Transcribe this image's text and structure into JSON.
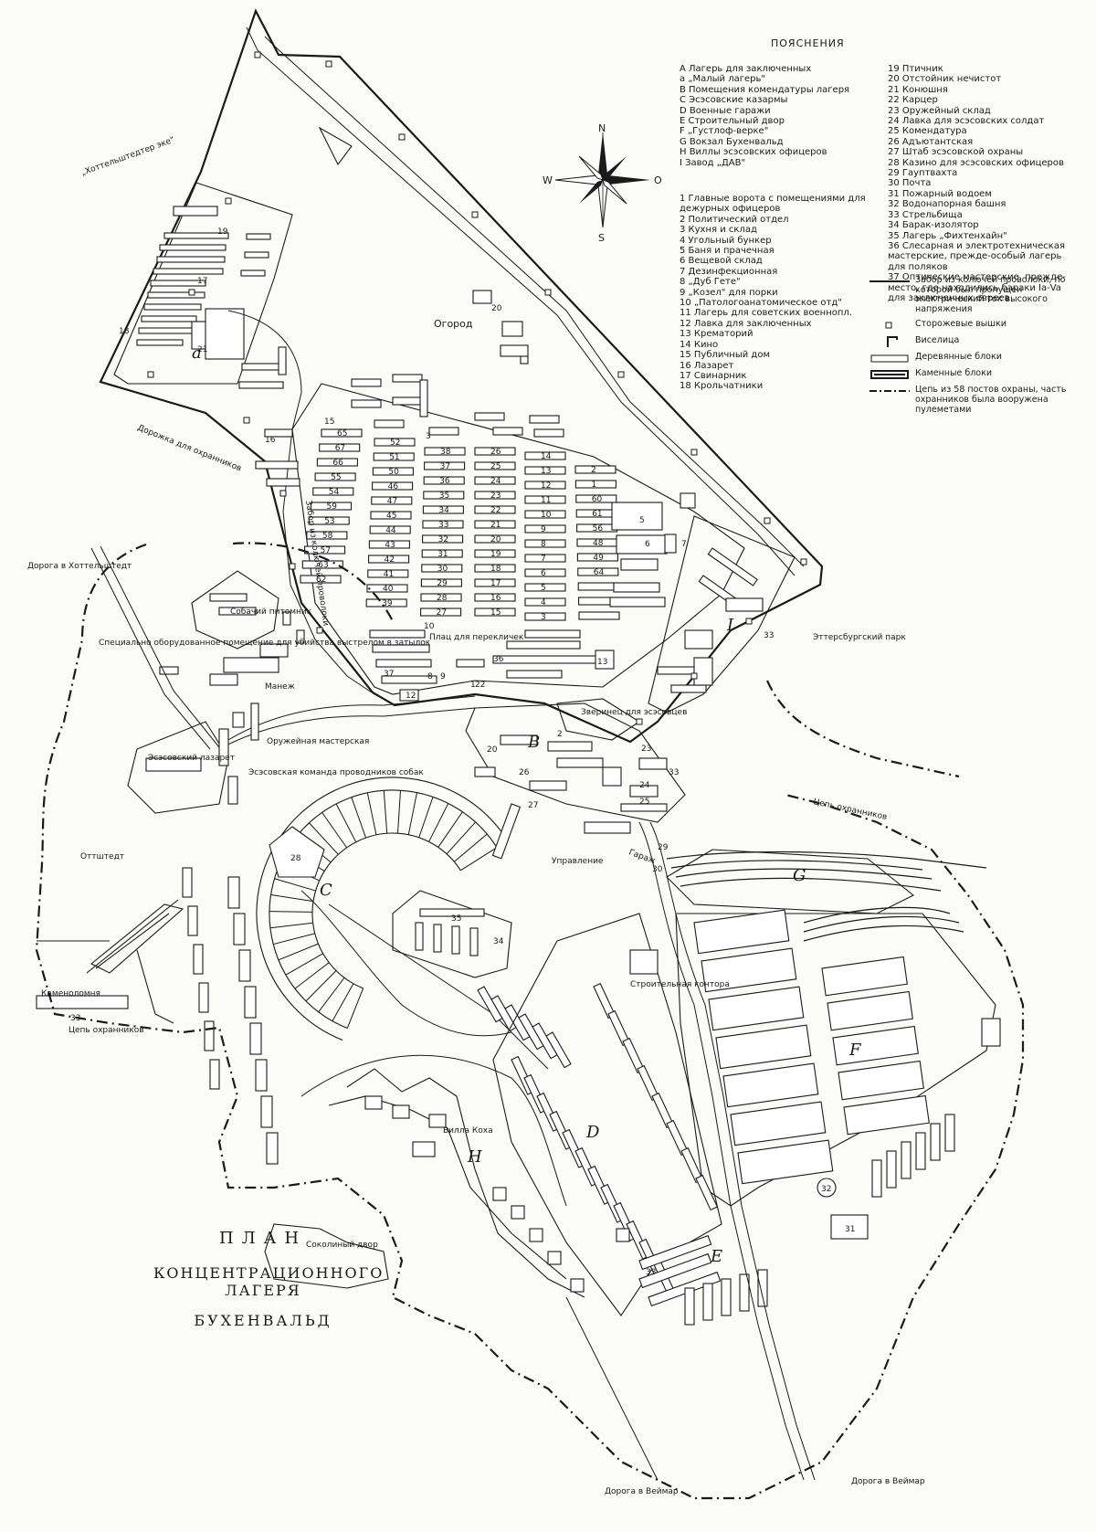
{
  "legend": {
    "title": "ПОЯСНЕНИЯ",
    "letters": [
      "A Лагерь для заключенных",
      "a „Малый лагерь\"",
      "B Помещения комендатуры лагеря",
      "C Эсэсовские казармы",
      "D Военные гаражи",
      "E Строительный двор",
      "F „Густлоф-верке\"",
      "G Вокзал Бухенвальд",
      "H Виллы эсэсовских офицеров",
      "I Завод „ДАВ\""
    ],
    "numbers_left": [
      "1 Главные ворота с помещениями для дежурных офицеров",
      "2 Политический отдел",
      "3 Кухня и склад",
      "4 Угольный бункер",
      "5 Баня и прачечная",
      "6 Вещевой склад",
      "7 Дезинфекционная",
      "8 „Дуб Гете\"",
      "9 „Козел\" для порки",
      "10 „Патологоанатомическое отд\"",
      "11 Лагерь для советских военнопл.",
      "12 Лавка для заключенных",
      "13 Крематорий",
      "14 Кино",
      "15 Публичный дом",
      "16 Лазарет",
      "17 Свинарник",
      "18 Крольчатники"
    ],
    "numbers_right": [
      "19 Птичник",
      "20 Отстойник нечистот",
      "21 Конюшня",
      "22 Карцер",
      "23 Оружейный склад",
      "24 Лавка для эсэсовских солдат",
      "25 Комендатура",
      "26 Адъютантская",
      "27 Штаб эсэсовской охраны",
      "28 Казино для эсэсовских офицеров",
      "29 Гауптвахта",
      "30 Почта",
      "31 Пожарный водоем",
      "32 Водонапорная башня",
      "33 Стрельбища",
      "34 Барак-изолятор",
      "35 Лагерь „Фихтенхайн\"",
      "36 Слесарная и электротехническая мастерские, прежде-особый лагерь для поляков",
      "37 Оптические мастерские, прежде-место, где находились бараки Iа-Va для заключенных евреев"
    ],
    "symbols": [
      {
        "icon": "barbed-wire-fence-icon",
        "text": "Забор из колючей проволоки, по которой был пропущен электрический ток высокого напряжения"
      },
      {
        "icon": "watchtower-icon",
        "text": "Сторожевые вышки"
      },
      {
        "icon": "gallows-icon",
        "text": "Виселица"
      },
      {
        "icon": "wooden-block-icon",
        "text": "Деревянные блоки"
      },
      {
        "icon": "stone-block-icon",
        "text": "Каменные блоки"
      },
      {
        "icon": "guard-chain-icon",
        "text": "Цепь из 58 постов охраны, часть охранников была вооружена пулеметами"
      }
    ]
  },
  "compass": {
    "n": "N",
    "s": "S",
    "w": "W",
    "o": "O"
  },
  "map_labels": {
    "hottelstedter": "„Хоттельштедтер эке\"",
    "ogorod": "Огород",
    "guard_road": "Дорожка для охранников",
    "fence_label": "Забор из колючей проволоки",
    "road_hottelstedt": "Дорога в Хоттельштедт",
    "kennel": "Собачий питомник",
    "special_room": "Специально оборудованное помещение для убийства выстрелом в затылок",
    "manege": "Манеж",
    "ss_lazaret": "Эсэсовский лазарет",
    "armory_workshop": "Оружейная мастерская",
    "ss_dog_team": "Эсэсовская команда проводников собак",
    "roll_call": "Плац для перекличек",
    "ettersburg": "Эттерсбургский парк",
    "zoo": "Зверинец для эсэсовцев",
    "guard_chain_1": "Цепь охранников",
    "guard_chain_2": "Цепь охранников",
    "ottstedt": "Оттштедт",
    "quarry": "Каменоломня",
    "management": "Управление",
    "garage": "Гараж",
    "construction_office": "Строительная контора",
    "villa_koch": "Вилла Коха",
    "falcon_yard": "Соколиный двор",
    "road_weimar_1": "Дорога в Веймар",
    "road_weimar_2": "Дорога в Веймар"
  },
  "zone_letters": {
    "A": "A",
    "a": "a",
    "B": "B",
    "C": "C",
    "D": "D",
    "E": "E",
    "F": "F",
    "G": "G",
    "H": "H",
    "I": "I"
  },
  "numbers": {
    "n1": "1",
    "n2": "2",
    "n3": "3",
    "n5": "5",
    "n6": "6",
    "n7": "7",
    "n8": "8",
    "n9": "9",
    "n10": "10",
    "n12": "12",
    "n13": "13",
    "n15": "15",
    "n16": "16",
    "n17": "17",
    "n18": "18",
    "n19": "19",
    "n20a": "20",
    "n20b": "20",
    "n21": "21",
    "n22": "22",
    "n23": "23",
    "n24": "24",
    "n25": "25",
    "n26": "26",
    "n27": "27",
    "n28": "28",
    "n29": "29",
    "n30": "30",
    "n31": "31",
    "n32": "32",
    "n33a": "33",
    "n33b": "33",
    "n33c": "33",
    "n33d": "33",
    "n34": "34",
    "n35": "35",
    "n36": "36",
    "n37": "37"
  },
  "barracks": [
    "65",
    "67",
    "66",
    "55",
    "54",
    "59",
    "53",
    "58",
    "57",
    "63",
    "62",
    "52",
    "51",
    "50",
    "46",
    "47",
    "45",
    "44",
    "43",
    "42",
    "41",
    "40",
    "39",
    "38",
    "37",
    "36",
    "35",
    "34",
    "33",
    "32",
    "31",
    "30",
    "29",
    "28",
    "27",
    "26",
    "25",
    "24",
    "23",
    "22",
    "21",
    "20",
    "19",
    "18",
    "17",
    "16",
    "15",
    "14",
    "13",
    "12",
    "11",
    "10",
    "9",
    "8",
    "7",
    "6",
    "5",
    "4",
    "3",
    "2",
    "1",
    "60",
    "61",
    "56",
    "48",
    "49",
    "64"
  ],
  "title": {
    "line1": "ПЛАН",
    "line2": "КОНЦЕНТРАЦИОННОГО ЛАГЕРЯ",
    "line3": "БУХЕНВАЛЬД"
  }
}
